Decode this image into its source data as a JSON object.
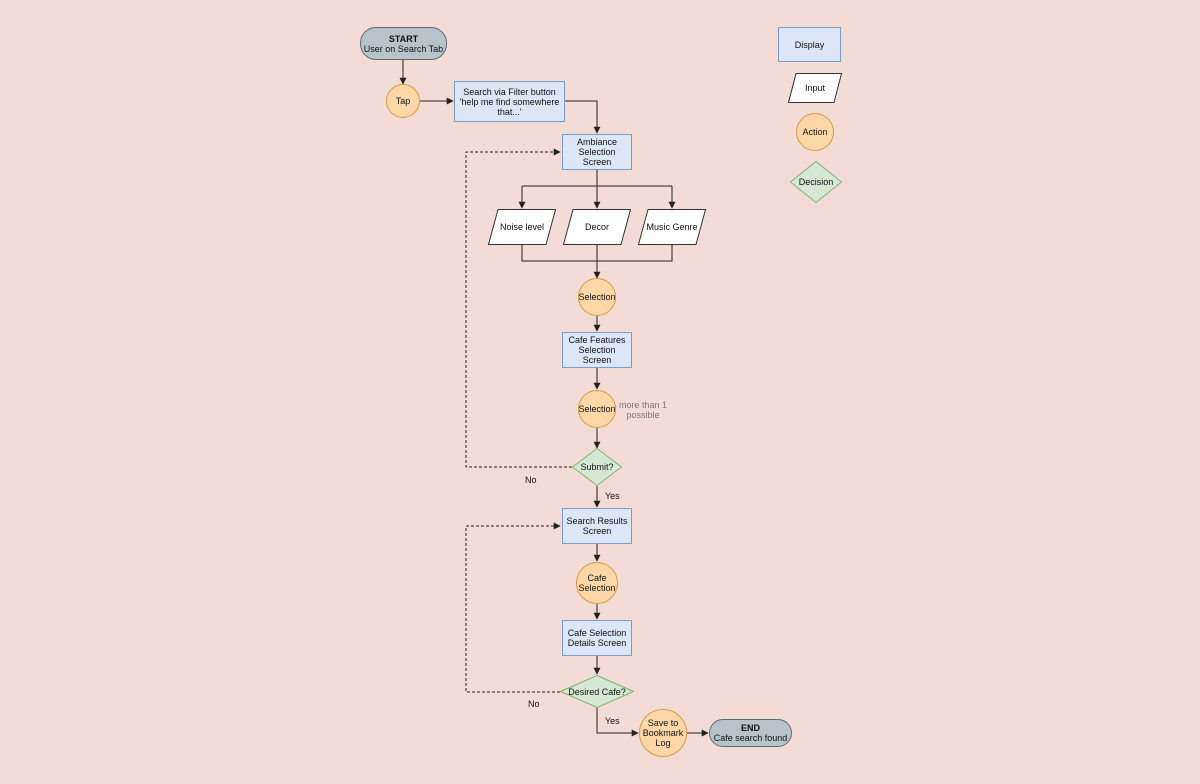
{
  "nodes": {
    "start": {
      "title": "START",
      "text": "User on Search Tab"
    },
    "tap": {
      "text": "Tap"
    },
    "search_filter": {
      "text": "Search via Filter button\n'help me find somewhere\nthat...'"
    },
    "ambiance": {
      "text": "Ambiance\nSelection Screen"
    },
    "noise": {
      "text": "Noise level"
    },
    "decor": {
      "text": "Decor"
    },
    "music": {
      "text": "Music Genre"
    },
    "selection1": {
      "text": "Selection"
    },
    "cafe_features": {
      "text": "Cafe Features\nSelection Screen"
    },
    "selection2": {
      "text": "Selection"
    },
    "submit": {
      "text": "Submit?"
    },
    "results": {
      "text": "Search Results\nScreen"
    },
    "cafe_selection": {
      "text": "Cafe\nSelection"
    },
    "details": {
      "text": "Cafe Selection\nDetails Screen"
    },
    "desired": {
      "text": "Desired Cafe?"
    },
    "save": {
      "text": "Save to\nBookmark\nLog"
    },
    "end": {
      "title": "END",
      "text": "Cafe search found"
    }
  },
  "labels": {
    "submit_no": "No",
    "submit_yes": "Yes",
    "desired_no": "No",
    "desired_yes": "Yes",
    "multi_note": "more than 1\npossible"
  },
  "legend": {
    "display": "Display",
    "input": "Input",
    "action": "Action",
    "decision": "Decision"
  },
  "colors": {
    "background": "#f4dcd6",
    "terminal": "#b8c4cc",
    "display": "#dbe7f7",
    "action": "#fcd8a8",
    "decision": "#d5e8d4",
    "input": "#ffffff",
    "edge": "#222222"
  }
}
